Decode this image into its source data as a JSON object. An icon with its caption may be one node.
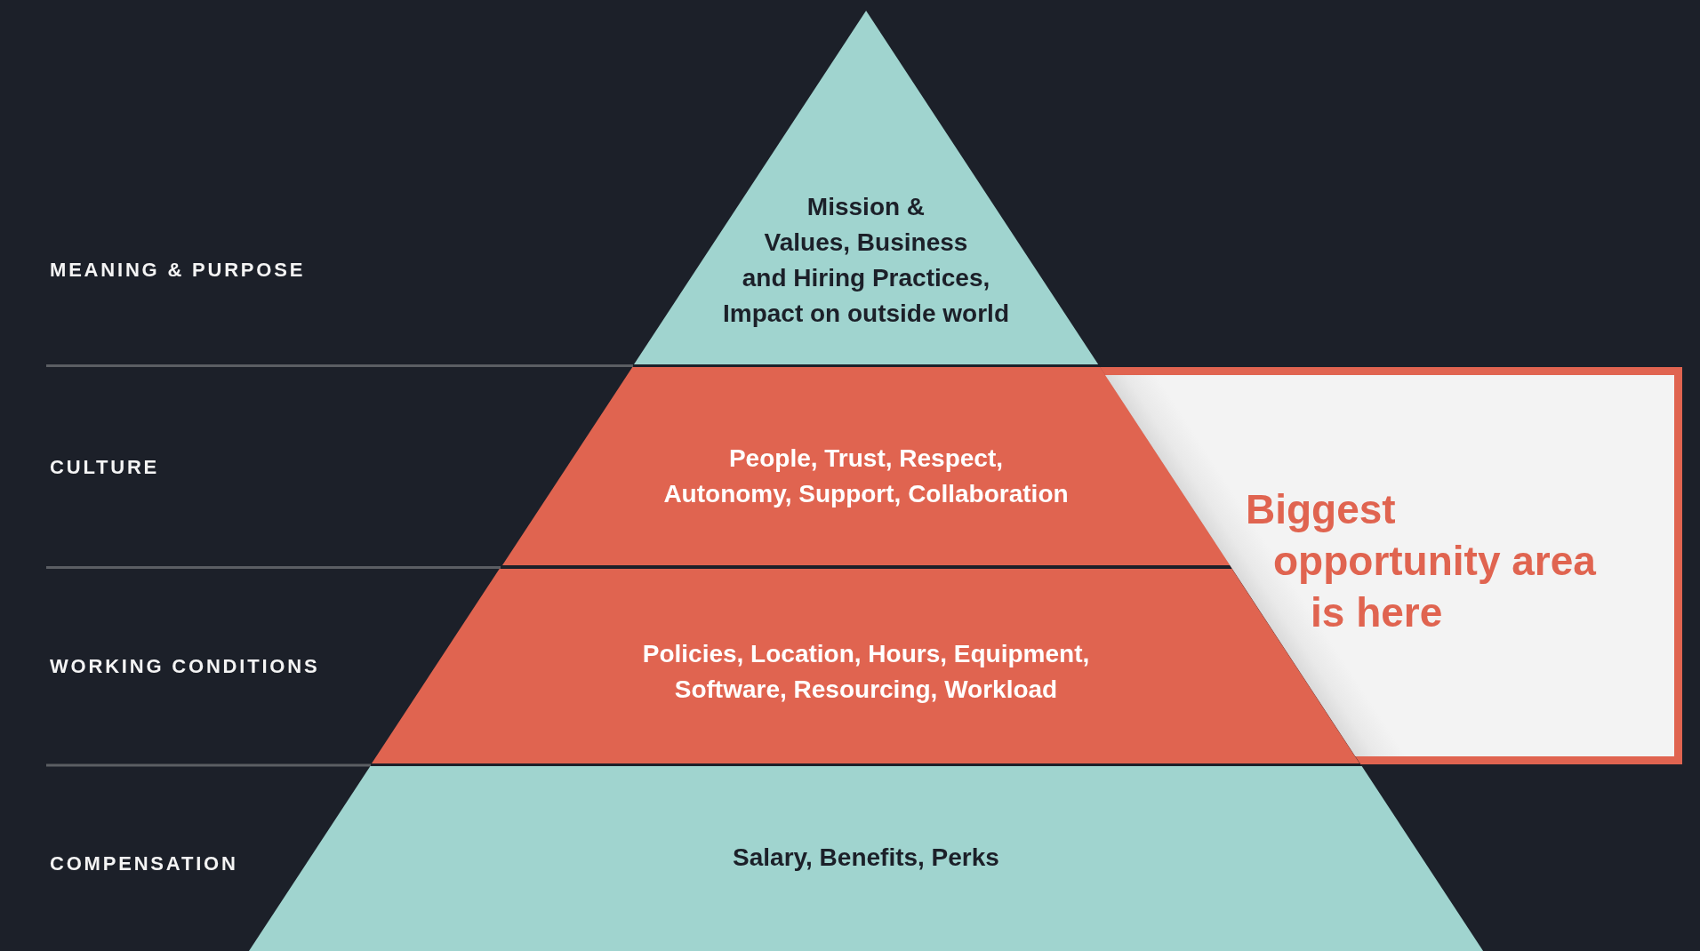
{
  "diagram": {
    "nodes": [
      {
        "text": [
          "Mission & Values, Business and Hiring Practices, Impact on outside world"
        ]
      },
      {
        "text": [
          "People, Trust, Respect, Autonomy, Support, Collaboration"
        ]
      },
      {
        "text": [
          "Policies, Location, Hours, Equipment, Software, Resourcing, Workload"
        ]
      },
      {
        "text": [
          "Salary, Benefits, Perks"
        ]
      },
      {
        "text": [
          "Biggest opportunity area is here"
        ]
      }
    ],
    "labels": [
      "MEANING & PURPOSE",
      "CULTURE",
      "WORKING CONDITIONS",
      "COMPENSATION"
    ]
  }
}
